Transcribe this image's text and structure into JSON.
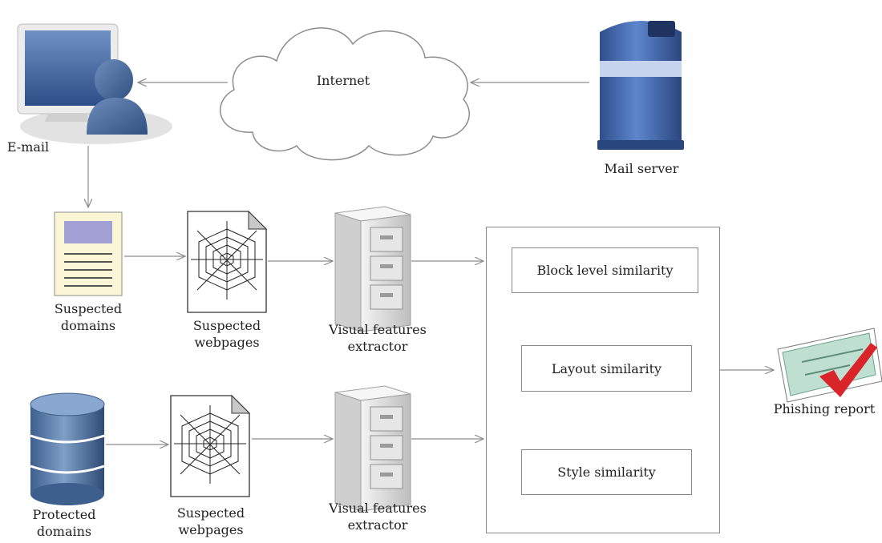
{
  "labels": {
    "internet": "Internet",
    "email": "E-mail",
    "mail_server": "Mail server",
    "suspected_domains": [
      "Suspected",
      "domains"
    ],
    "suspected_webpages_top": [
      "Suspected",
      "webpages"
    ],
    "visual_extractor_top": [
      "Visual features",
      "extractor"
    ],
    "protected_domains": [
      "Protected",
      "domains"
    ],
    "suspected_webpages_bottom": [
      "Suspected",
      "webpages"
    ],
    "visual_extractor_bottom": [
      "Visual features",
      "extractor"
    ],
    "phishing_report": "Phishing report"
  },
  "similarity_boxes": {
    "block": "Block level similarity",
    "layout": "Layout similarity",
    "style": "Style similarity"
  },
  "colors": {
    "arrow": "#8c8c8c",
    "mailbox_blue": "#3d63a8",
    "database_blue": "#4d6f9c",
    "document_fill": "#fbf6d6",
    "document_header": "#a3a0d6",
    "check_red": "#d9242a",
    "report_green": "#bfe0d0"
  },
  "icons": [
    "user-computer-icon",
    "cloud-icon",
    "mailbox-icon",
    "email-document-icon",
    "spider-web-page-icon",
    "server-cabinet-icon",
    "database-icon",
    "phishing-report-icon"
  ]
}
